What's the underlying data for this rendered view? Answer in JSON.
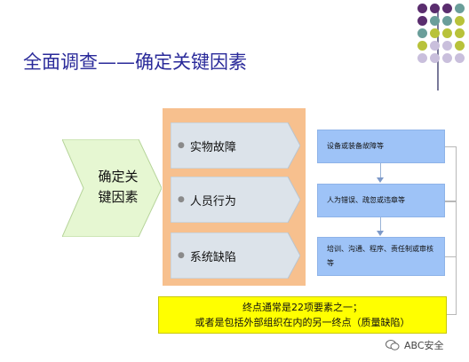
{
  "title": "全面调查——确定关键因素",
  "center_label_line1": "确定关",
  "center_label_line2": "键因素",
  "factors": [
    {
      "label": "实物故障",
      "description": "设备或装备故障等"
    },
    {
      "label": "人员行为",
      "description": "人为错误、疏忽或违章等"
    },
    {
      "label": "系统缺陷",
      "description": "培训、沟通、程序、责任制或审核等"
    }
  ],
  "conclusion": {
    "line1": "终点通常是22项要素之一；",
    "line2": "或者是包括外部组织在内的另一终点（质量缺陷）"
  },
  "watermark": "ABC安全",
  "colors": {
    "title": "#2a2a9a",
    "chevron_fill": "#e6f7d2",
    "orange_panel": "#f7c08e",
    "factor_arrow": "#dce3ea",
    "desc_box": "#9ec3f7",
    "conclusion_box": "#ffff00",
    "dot_purple": "#5a2d6e",
    "dot_teal": "#6a9e9a",
    "dot_olive": "#b8c23a",
    "dot_lavender": "#c9bfdc"
  }
}
